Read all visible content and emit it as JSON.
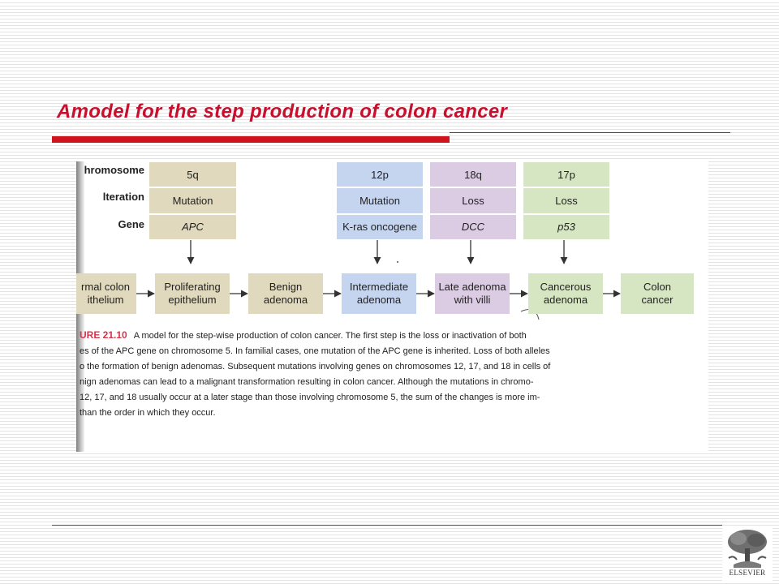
{
  "slide": {
    "title": "Amodel for the step production of colon cancer"
  },
  "figure": {
    "row_labels": {
      "chromosome": "hromosome",
      "alteration": "lteration",
      "gene": "Gene"
    },
    "gene_columns": [
      {
        "chromosome": "5q",
        "alteration": "Mutation",
        "gene": "APC"
      },
      {
        "chromosome": "12p",
        "alteration": "Mutation",
        "gene": "K-ras oncogene"
      },
      {
        "chromosome": "18q",
        "alteration": "Loss",
        "gene": "DCC"
      },
      {
        "chromosome": "17p",
        "alteration": "Loss",
        "gene": "p53"
      }
    ],
    "stages": [
      {
        "label": "rmal colon\nithelium"
      },
      {
        "label": "Proliferating\nepithelium"
      },
      {
        "label": "Benign\nadenoma"
      },
      {
        "label": "Intermediate\nadenoma"
      },
      {
        "label": "Late adenoma\nwith villi"
      },
      {
        "label": "Cancerous\nadenoma"
      },
      {
        "label": "Colon\ncancer"
      }
    ],
    "caption": {
      "figure_label": "URE 21.10",
      "lines": [
        "A model for the step-wise production of colon cancer. The first step is the loss or inactivation of both",
        "es of the APC gene on chromosome 5. In familial cases, one mutation of the APC gene is inherited. Loss of both alleles",
        "o the formation of benign adenomas. Subsequent mutations involving genes on chromosomes 12, 17, and 18 in cells of",
        "nign adenomas can lead to a malignant transformation resulting in colon cancer. Although the mutations in chromo-",
        "12, 17, and 18 usually occur at a later stage than those involving chromosome 5, the sum of the changes is more im-",
        "than the order in which they occur."
      ]
    }
  },
  "logo": {
    "text": "ELSEVIER"
  },
  "colors": {
    "title": "#c8102e",
    "rule": "#d0141e",
    "apc_tan": "#e0d9bd",
    "kras_blue": "#c5d4ef",
    "dcc_purple": "#dccce3",
    "p53_green": "#d6e6c3"
  }
}
